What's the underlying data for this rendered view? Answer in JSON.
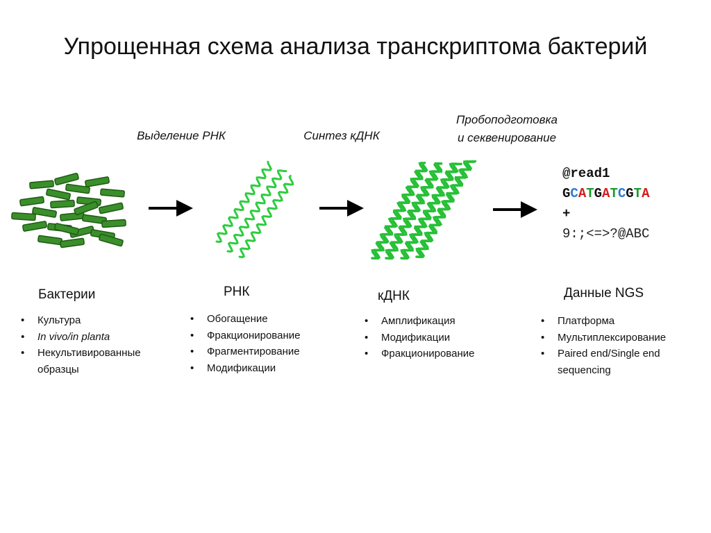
{
  "title": "Упрощенная схема анализа транскриптома бактерий",
  "steps": {
    "rna_isolation": "Выделение РНК",
    "cdna_synthesis": "Синтез кДНК",
    "library_prep_line1": "Пробоподготовка",
    "library_prep_line2": "и секвенирование"
  },
  "stages": [
    {
      "label": "Бактерии",
      "items": [
        "Культура",
        "In vivo/in planta",
        "Некультивированные",
        "образцы"
      ]
    },
    {
      "label": "РНК",
      "items": [
        "Обогащение",
        "Фракционирование",
        "Фрагментирование",
        "Модификации"
      ]
    },
    {
      "label": "кДНК",
      "items": [
        "Амплификация",
        "Модификации",
        "Фракционирование"
      ]
    },
    {
      "label": "Данные NGS",
      "items": [
        "Платформа",
        "Мультиплексирование",
        "Paired end/Single end",
        "sequencing"
      ]
    }
  ],
  "fastq": {
    "header": "@read1",
    "sequence": [
      "G",
      "C",
      "A",
      "T",
      "G",
      "A",
      "T",
      "C",
      "G",
      "T",
      "A"
    ],
    "plus": "+",
    "quality": "9:;<=>?@ABC"
  },
  "colors": {
    "bacteria_fill": "#3a8f2a",
    "bacteria_stroke": "#1f5a14",
    "rna_wave": "#2ecc40",
    "cdna_wave": "#27c037",
    "base_G": "#111111",
    "base_C": "#2a7bd4",
    "base_A": "#d02020",
    "base_T": "#1a9a2a",
    "arrow": "#000000"
  },
  "icons": [
    "bacteria-cluster-icon",
    "rna-strands-icon",
    "cdna-strands-icon",
    "arrow-right-icon"
  ]
}
